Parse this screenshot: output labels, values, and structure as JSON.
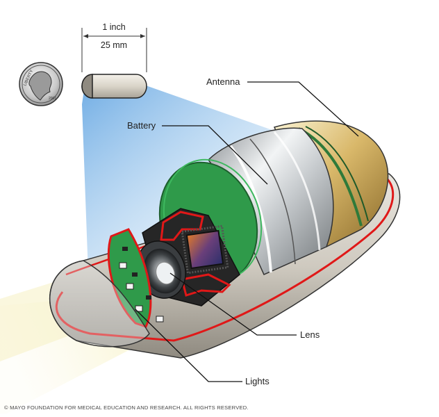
{
  "dimensions": {
    "length_in": "1 inch",
    "length_mm": "25 mm"
  },
  "labels": {
    "antenna": "Antenna",
    "battery": "Battery",
    "lens": "Lens",
    "lights": "Lights"
  },
  "coin": {
    "word": "LIBERTY",
    "year": "2001"
  },
  "copyright": "© MAYO FOUNDATION FOR MEDICAL EDUCATION AND RESEARCH. ALL RIGHTS RESERVED.",
  "colors": {
    "shell_outline": "#e01818",
    "circuit_green": "#2f9a4a",
    "metal": "#b8bcbf",
    "light_beam": "#f3ecb0",
    "view_cone": "#7fb7e8"
  }
}
